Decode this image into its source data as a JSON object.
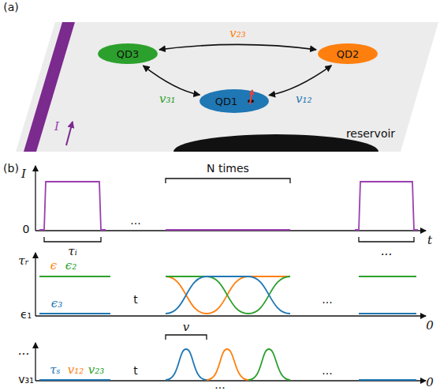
{
  "diagram": {
    "nodes": [
      {
        "text": [
          "QD3"
        ]
      },
      {
        "text": [
          "QD2"
        ]
      },
      {
        "text": [
          "QD1"
        ]
      }
    ],
    "edges": [
      {
        "from": 0,
        "to": 1,
        "arrow": "both",
        "label": "v₂₃"
      },
      {
        "from": 2,
        "to": 1,
        "arrow": "both",
        "label": "v₁₂"
      },
      {
        "from": 0,
        "to": 2,
        "arrow": "both",
        "label": "v₃₁"
      }
    ],
    "labels": [
      "(a)",
      "I",
      "reservoir",
      "(b)",
      "I",
      "0",
      "t",
      "τᵢ",
      "...",
      "N times",
      "...",
      "τᵣ",
      "ϵ",
      "ϵ₂",
      "ϵ₃",
      "ϵ₁",
      "0",
      "t",
      "...",
      "...",
      "v",
      "τₛ",
      "v₁₂",
      "v₂₃",
      "v₃₁",
      "0",
      "t",
      "...",
      "..."
    ]
  }
}
